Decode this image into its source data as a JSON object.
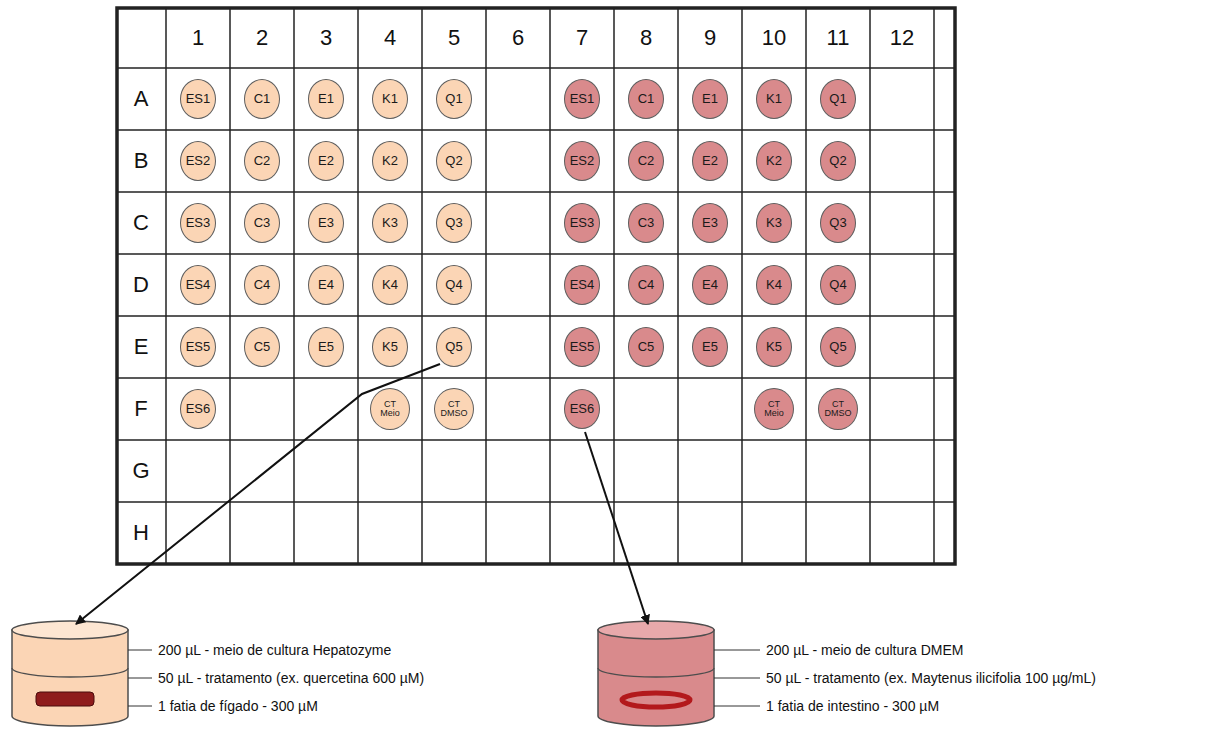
{
  "diagram": {
    "nodes": [
      {
        "text": [
          "ES1"
        ]
      },
      {
        "text": [
          "C1"
        ]
      },
      {
        "text": [
          "E1"
        ]
      },
      {
        "text": [
          "K1"
        ]
      },
      {
        "text": [
          "Q1"
        ]
      },
      {
        "text": [
          "ES1"
        ]
      },
      {
        "text": [
          "C1"
        ]
      },
      {
        "text": [
          "E1"
        ]
      },
      {
        "text": [
          "K1"
        ]
      },
      {
        "text": [
          "Q1"
        ]
      },
      {
        "text": [
          "ES2"
        ]
      },
      {
        "text": [
          "C2"
        ]
      },
      {
        "text": [
          "E2"
        ]
      },
      {
        "text": [
          "K2"
        ]
      },
      {
        "text": [
          "Q2"
        ]
      },
      {
        "text": [
          "ES2"
        ]
      },
      {
        "text": [
          "C2"
        ]
      },
      {
        "text": [
          "E2"
        ]
      },
      {
        "text": [
          "K2"
        ]
      },
      {
        "text": [
          "Q2"
        ]
      },
      {
        "text": [
          "ES3"
        ]
      },
      {
        "text": [
          "C3"
        ]
      },
      {
        "text": [
          "E3"
        ]
      },
      {
        "text": [
          "K3"
        ]
      },
      {
        "text": [
          "Q3"
        ]
      },
      {
        "text": [
          "ES3"
        ]
      },
      {
        "text": [
          "C3"
        ]
      },
      {
        "text": [
          "E3"
        ]
      },
      {
        "text": [
          "K3"
        ]
      },
      {
        "text": [
          "Q3"
        ]
      },
      {
        "text": [
          "ES4"
        ]
      },
      {
        "text": [
          "C4"
        ]
      },
      {
        "text": [
          "E4"
        ]
      },
      {
        "text": [
          "K4"
        ]
      },
      {
        "text": [
          "Q4"
        ]
      },
      {
        "text": [
          "ES4"
        ]
      },
      {
        "text": [
          "C4"
        ]
      },
      {
        "text": [
          "E4"
        ]
      },
      {
        "text": [
          "K4"
        ]
      },
      {
        "text": [
          "Q4"
        ]
      },
      {
        "text": [
          "ES5"
        ]
      },
      {
        "text": [
          "C5"
        ]
      },
      {
        "text": [
          "E5"
        ]
      },
      {
        "text": [
          "K5"
        ]
      },
      {
        "text": [
          "Q5"
        ]
      },
      {
        "text": [
          "ES5"
        ]
      },
      {
        "text": [
          "C5"
        ]
      },
      {
        "text": [
          "E5"
        ]
      },
      {
        "text": [
          "K5"
        ]
      },
      {
        "text": [
          "Q5"
        ]
      },
      {
        "text": [
          "ES6"
        ]
      },
      {
        "text": [
          "CT Meio"
        ]
      },
      {
        "text": [
          "CT DMSO"
        ]
      },
      {
        "text": [
          "ES6"
        ]
      },
      {
        "text": [
          "CT Meio"
        ]
      },
      {
        "text": [
          "CT DMSO"
        ]
      }
    ],
    "labels": [
      "1",
      "2",
      "3",
      "4",
      "5",
      "6",
      "7",
      "8",
      "9",
      "10",
      "11",
      "12",
      "A",
      "B",
      "C",
      "D",
      "E",
      "F",
      "G",
      "H",
      "200 µL - meio de cultura Hepatozyme",
      "50 µL - tratamento (ex. quercetina 600 µM)",
      "1 fatia de fígado - 300 µM",
      "200 µL - meio de cultura DMEM",
      "50 µL - tratamento (ex. Maytenus ilicifolia 100 µg/mL)",
      "1 fatia de intestino - 300 µM"
    ]
  }
}
